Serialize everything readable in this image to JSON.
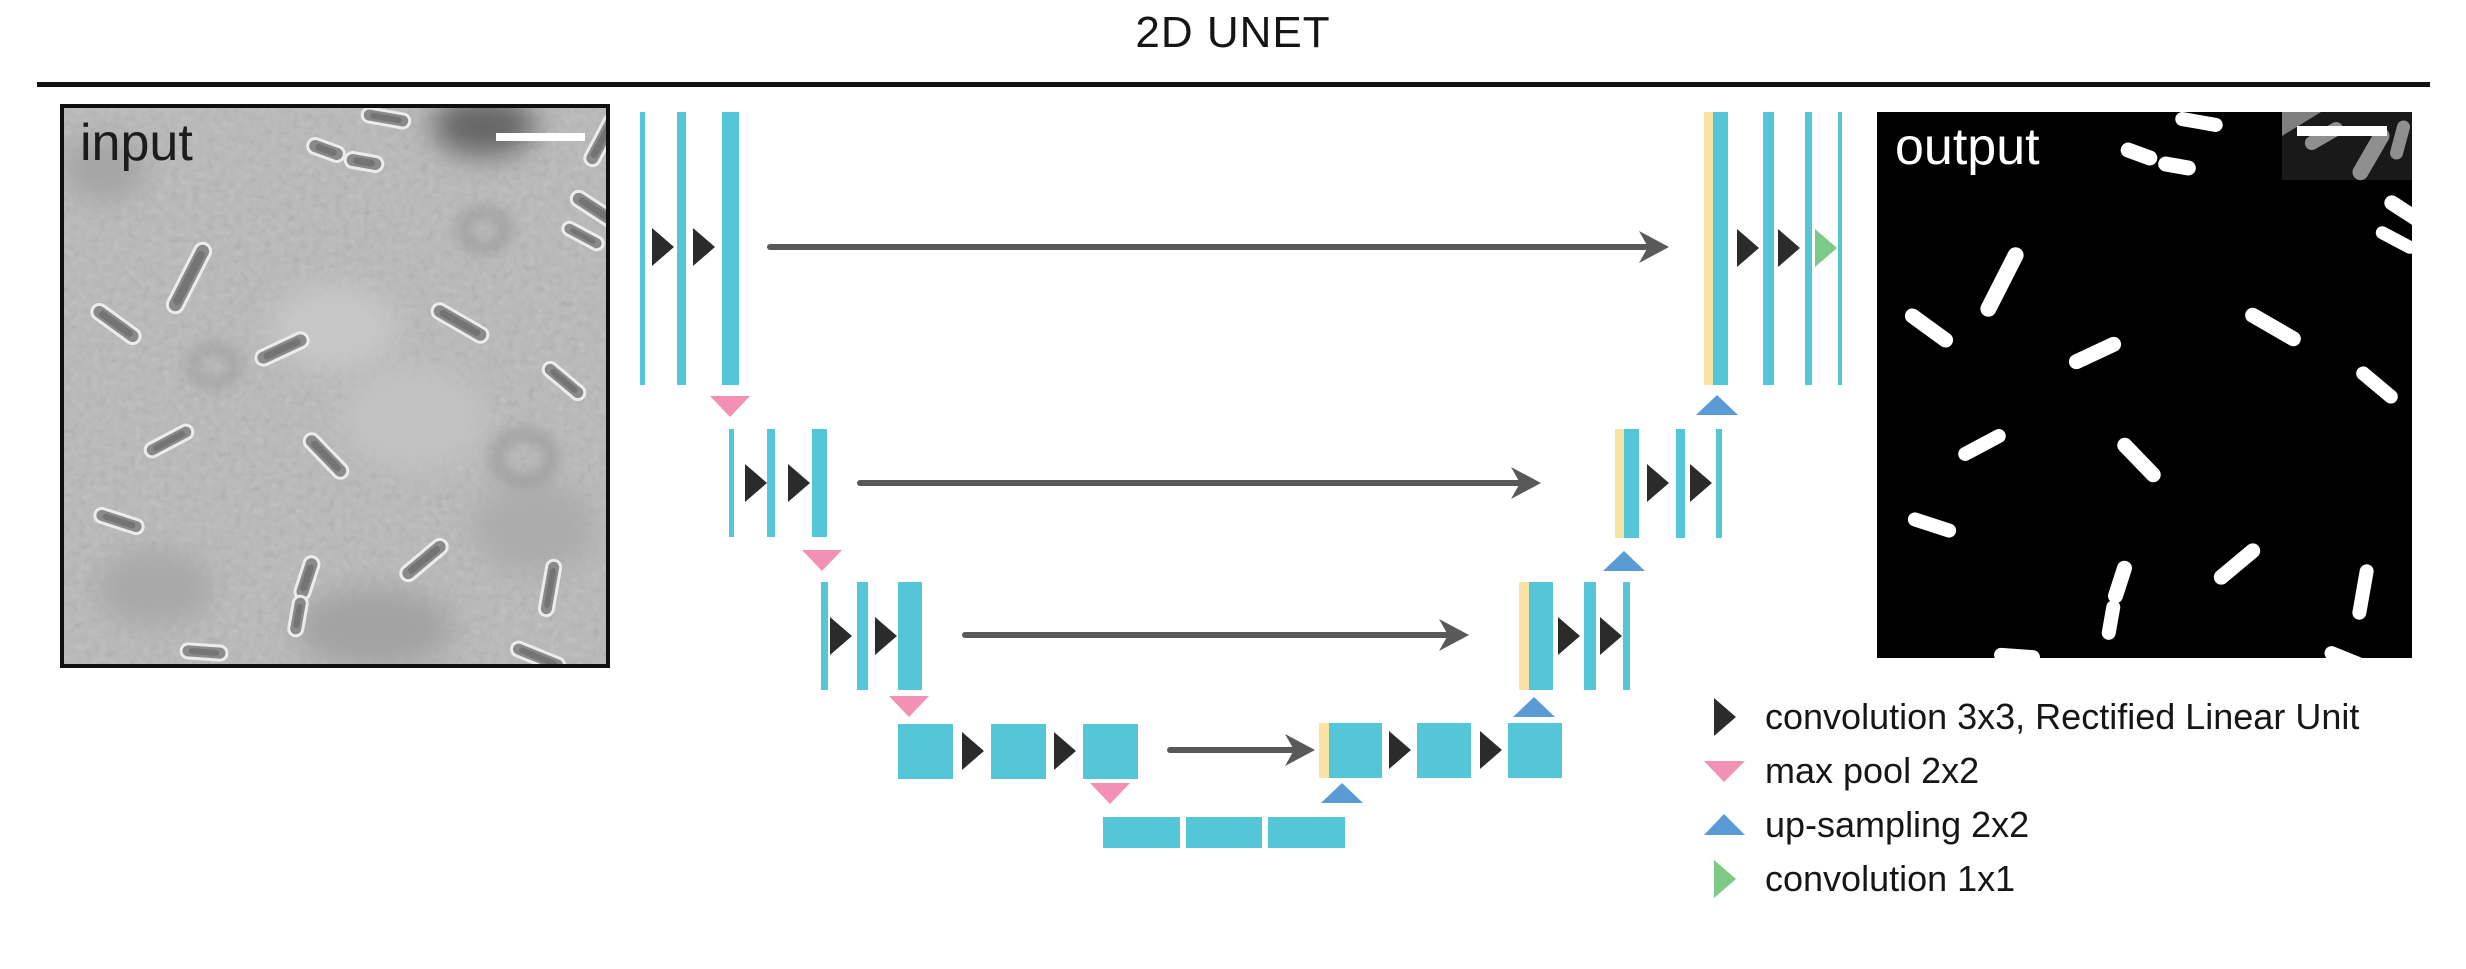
{
  "title": "2D UNET",
  "panels": {
    "input": {
      "label": "input",
      "scale_bar": true
    },
    "output": {
      "label": "output",
      "scale_bar": true
    }
  },
  "legend": {
    "items": [
      {
        "icon": "conv3x3-icon",
        "label": "convolution 3x3, Rectified Linear Unit"
      },
      {
        "icon": "maxpool-icon",
        "label": "max pool 2x2"
      },
      {
        "icon": "upsample-icon",
        "label": "up-sampling 2x2"
      },
      {
        "icon": "conv1x1-icon",
        "label": "convolution 1x1"
      }
    ]
  },
  "colors": {
    "cyan": "#55C6D8",
    "yellow": "#F9E2A2",
    "pink": "#F291B4",
    "blue": "#5B9BD5",
    "green": "#7CC988",
    "conv": "#2B2B2B",
    "arrow": "#595959",
    "ink": "#111111"
  },
  "unet": {
    "bars": [
      [
        640,
        112,
        5,
        273,
        "cyan"
      ],
      [
        677,
        112,
        9,
        273,
        "cyan"
      ],
      [
        722,
        112,
        17,
        273,
        "cyan"
      ],
      [
        729,
        429,
        5,
        108,
        "cyan"
      ],
      [
        767,
        429,
        8,
        108,
        "cyan"
      ],
      [
        812,
        429,
        15,
        108,
        "cyan"
      ],
      [
        821,
        582,
        7,
        108,
        "cyan"
      ],
      [
        857,
        582,
        11,
        108,
        "cyan"
      ],
      [
        898,
        582,
        24,
        108,
        "cyan"
      ],
      [
        898,
        724,
        55,
        55,
        "cyan"
      ],
      [
        991,
        724,
        55,
        55,
        "cyan"
      ],
      [
        1083,
        724,
        55,
        55,
        "cyan"
      ],
      [
        1103,
        817,
        77,
        31,
        "cyan"
      ],
      [
        1186,
        817,
        76,
        31,
        "cyan"
      ],
      [
        1268,
        817,
        77,
        31,
        "cyan"
      ],
      [
        1319,
        723,
        10,
        55,
        "yellow"
      ],
      [
        1329,
        723,
        53,
        55,
        "cyan"
      ],
      [
        1417,
        723,
        54,
        55,
        "cyan"
      ],
      [
        1508,
        723,
        54,
        55,
        "cyan"
      ],
      [
        1519,
        582,
        10,
        108,
        "yellow"
      ],
      [
        1529,
        582,
        24,
        108,
        "cyan"
      ],
      [
        1584,
        582,
        12,
        108,
        "cyan"
      ],
      [
        1623,
        582,
        7,
        108,
        "cyan"
      ],
      [
        1615,
        429,
        9,
        109,
        "yellow"
      ],
      [
        1624,
        429,
        15,
        109,
        "cyan"
      ],
      [
        1676,
        429,
        9,
        109,
        "cyan"
      ],
      [
        1716,
        429,
        6,
        109,
        "cyan"
      ],
      [
        1704,
        112,
        9,
        273,
        "yellow"
      ],
      [
        1713,
        112,
        15,
        273,
        "cyan"
      ],
      [
        1763,
        112,
        11,
        273,
        "cyan"
      ],
      [
        1805,
        112,
        7,
        273,
        "cyan"
      ],
      [
        1838,
        112,
        4,
        273,
        "cyan"
      ]
    ],
    "conv_triangles": [
      [
        662,
        247
      ],
      [
        703,
        247
      ],
      [
        755,
        483
      ],
      [
        798,
        483
      ],
      [
        840,
        636
      ],
      [
        885,
        636
      ],
      [
        972,
        751
      ],
      [
        1064,
        751
      ],
      [
        1399,
        750
      ],
      [
        1490,
        750
      ],
      [
        1568,
        636
      ],
      [
        1610,
        636
      ],
      [
        1657,
        483
      ],
      [
        1700,
        483
      ],
      [
        1747,
        248
      ],
      [
        1788,
        248
      ]
    ],
    "green_triangles": [
      [
        1825,
        248
      ]
    ],
    "pool_triangles": [
      [
        730,
        396
      ],
      [
        822,
        550
      ],
      [
        909,
        696
      ],
      [
        1110,
        783
      ]
    ],
    "up_triangles": [
      [
        1342,
        783
      ],
      [
        1534,
        697
      ],
      [
        1624,
        551
      ],
      [
        1717,
        395
      ]
    ],
    "skip_arrows": [
      [
        770,
        1669,
        247
      ],
      [
        860,
        1541,
        483
      ],
      [
        965,
        1469,
        635
      ],
      [
        1170,
        1315,
        750
      ]
    ]
  },
  "micrograph": {
    "rods": [
      [
        262,
        42,
        20,
        38,
        15
      ],
      [
        300,
        54,
        10,
        38,
        15
      ],
      [
        322,
        10,
        10,
        48,
        14
      ],
      [
        538,
        32,
        -62,
        56,
        15
      ],
      [
        532,
        102,
        33,
        56,
        15
      ],
      [
        125,
        170,
        -63,
        76,
        16
      ],
      [
        519,
        128,
        28,
        44,
        13
      ],
      [
        52,
        216,
        36,
        56,
        15
      ],
      [
        218,
        241,
        -25,
        56,
        15
      ],
      [
        396,
        215,
        30,
        62,
        15
      ],
      [
        500,
        273,
        40,
        50,
        14
      ],
      [
        105,
        333,
        -28,
        52,
        14
      ],
      [
        262,
        348,
        46,
        56,
        15
      ],
      [
        55,
        413,
        18,
        50,
        14
      ],
      [
        360,
        452,
        -40,
        56,
        15
      ],
      [
        243,
        470,
        -72,
        44,
        15
      ],
      [
        234,
        508,
        -80,
        40,
        14
      ],
      [
        486,
        480,
        -80,
        56,
        14
      ],
      [
        140,
        544,
        4,
        46,
        14
      ],
      [
        474,
        549,
        22,
        56,
        14
      ]
    ],
    "inset_rods": [
      [
        447,
        24,
        -30,
        42,
        14
      ],
      [
        494,
        42,
        -60,
        58,
        16
      ],
      [
        523,
        28,
        -75,
        40,
        13
      ]
    ]
  }
}
